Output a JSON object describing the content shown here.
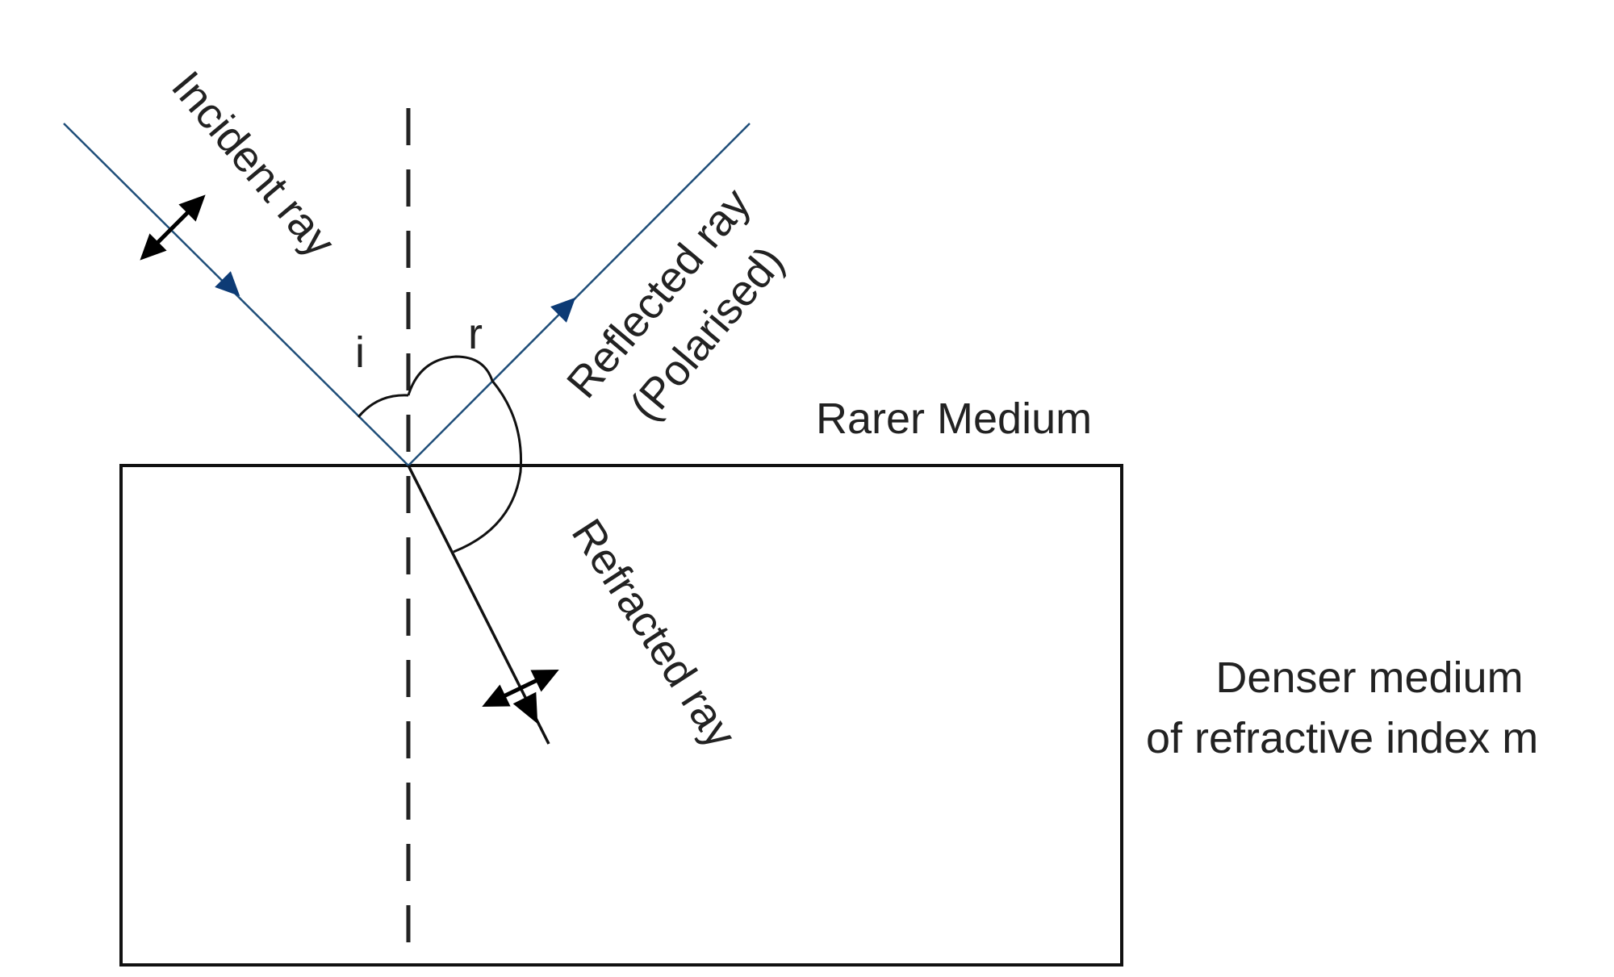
{
  "labels": {
    "incident": "Incident ray",
    "reflected": "Reflected ray",
    "polarised": "(Polarised)",
    "refracted": "Refracted ray",
    "angle_i": "i",
    "angle_r": "r",
    "rarer": "Rarer Medium",
    "denser_line1": "Denser medium",
    "denser_line2": "of refractive index m"
  },
  "colors": {
    "ray": "#1f4e79",
    "arrowhead": "#0d3b75",
    "line": "#111111"
  }
}
